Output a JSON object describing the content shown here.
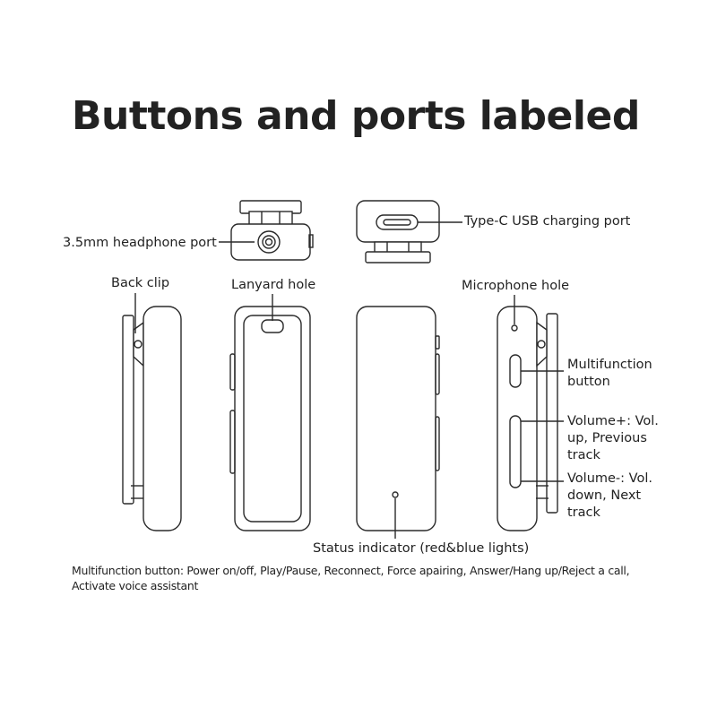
{
  "title": "Buttons and ports labeled",
  "labels": {
    "headphone_port": "3.5mm headphone port",
    "usb_port": "Type-C USB charging port",
    "back_clip": "Back clip",
    "lanyard_hole": "Lanyard hole",
    "microphone_hole": "Microphone hole",
    "multifunction_button": [
      "Multifunction",
      "button"
    ],
    "volume_up": [
      "Volume+: Vol.",
      "up, Previous",
      "track"
    ],
    "volume_down": [
      "Volume-: Vol.",
      "down, Next",
      "track"
    ],
    "status_indicator": "Status indicator (red&blue lights)"
  },
  "note": {
    "line1": "Multifunction button: Power on/off, Play/Pause, Reconnect, Force apairing, Answer/Hang up/Reject a call,",
    "line2": "Activate voice assistant"
  },
  "colors": {
    "ink": "#222222",
    "background": "#ffffff"
  }
}
